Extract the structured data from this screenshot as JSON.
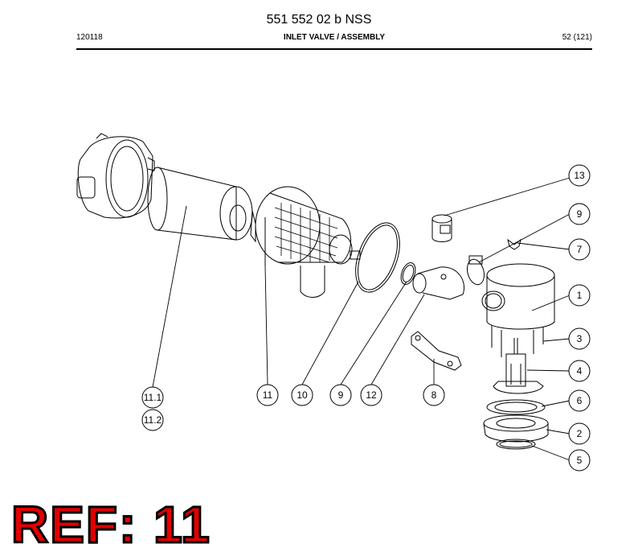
{
  "header": {
    "doc_number": "551 552 02 b NSS",
    "left_code": "120118",
    "title": "INLET VALVE / ASSEMBLY",
    "page": "52 (121)"
  },
  "callouts": {
    "c13": "13",
    "c9a": "9",
    "c7": "7",
    "c1": "1",
    "c3": "3",
    "c4": "4",
    "c6": "6",
    "c2": "2",
    "c5": "5",
    "c111": "11.1",
    "c112": "11.2",
    "c11": "11",
    "c10": "10",
    "c9b": "9",
    "c12": "12",
    "c8": "8"
  },
  "reference": "REF: 11"
}
